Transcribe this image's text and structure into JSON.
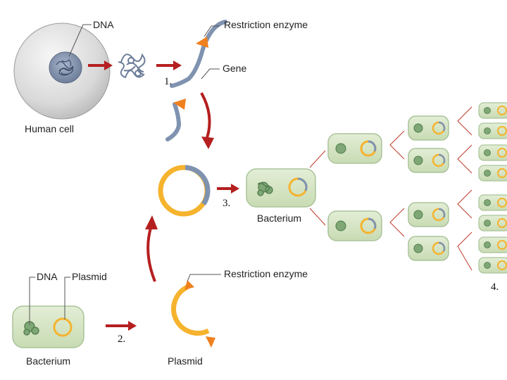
{
  "labels": {
    "dna_top": "DNA",
    "restriction_enzyme_top": "Restriction enzyme",
    "gene": "Gene",
    "human_cell": "Human cell",
    "bacterium_middle": "Bacterium",
    "dna_bottom": "DNA",
    "plasmid_label": "Plasmid",
    "restriction_enzyme_bottom": "Restriction enzyme",
    "bacterium_bottom": "Bacterium",
    "plasmid_bottom": "Plasmid"
  },
  "steps": {
    "step1": "1.",
    "step2": "2.",
    "step3": "3.",
    "step4": "4."
  },
  "colors": {
    "arrow": "#b51f1f",
    "enzyme": "#f0801e",
    "gene": "#7f93b0",
    "plasmid": "#f5b32e",
    "bacterium_fill": "#d4e4c3",
    "bacterium_stroke": "#aac39a"
  }
}
